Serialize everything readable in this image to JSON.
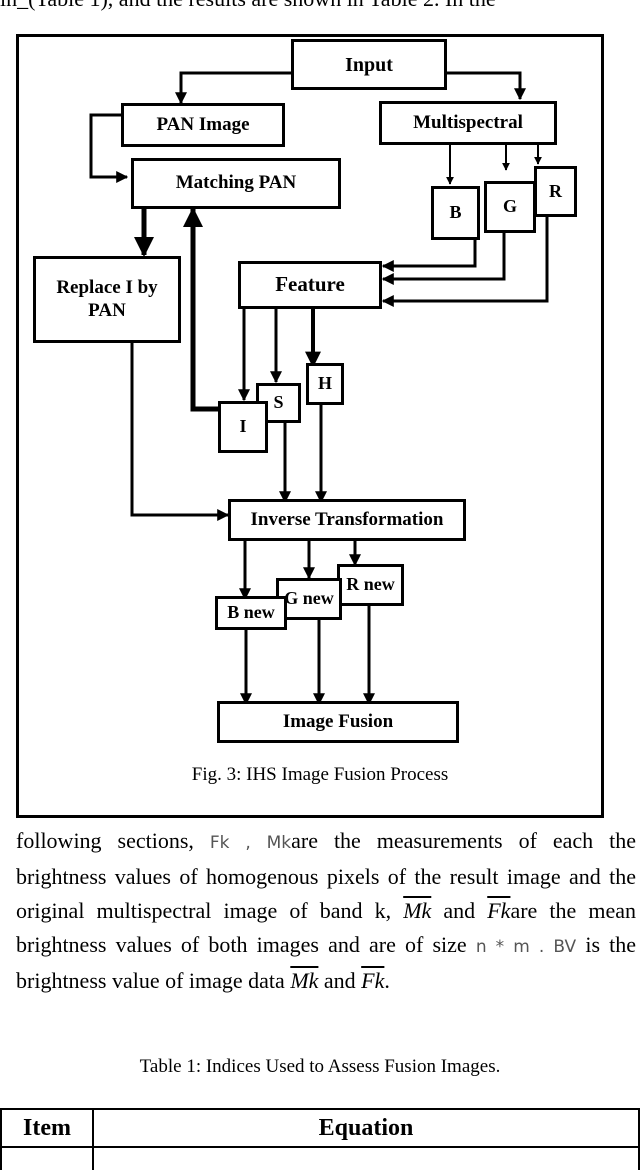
{
  "page_top_fragment": "in_(Table 1), and the results are shown in Table 2. In the",
  "figure": {
    "nodes": {
      "input": "Input",
      "pan_image": "PAN Image",
      "multispectral": "Multispectral",
      "matching_pan": "Matching PAN",
      "band_b": "B",
      "band_g": "G",
      "band_r": "R",
      "replace_i": "Replace I by PAN",
      "feature": "Feature",
      "comp_h": "H",
      "comp_s": "S",
      "comp_i": "I",
      "inverse": "Inverse Transformation",
      "r_new": "R new",
      "g_new": "G new",
      "b_new": "B new",
      "fusion": "Image Fusion"
    },
    "caption": "Fig. 3: IHS Image Fusion Process"
  },
  "body": {
    "t1": "following sections,",
    "sym_fk": "Fk , Mk",
    "t2": "are the measurements of each the brightness values of homogenous pixels of the result image and the original multispectral image of band k,",
    "mk": "Mk",
    "t3": "and",
    "fk": "Fk",
    "t4": "are the mean brightness values of both images and are of size",
    "sym_size": "n * m .",
    "sym_bv": "BV",
    "t5": "is the brightness value of image data",
    "mk2": "Mk",
    "t6": "and",
    "fk2": "Fk",
    "t7": "."
  },
  "table_caption": "Table 1: Indices Used to Assess Fusion Images.",
  "table": {
    "headers": [
      "Item",
      "Equation"
    ]
  }
}
